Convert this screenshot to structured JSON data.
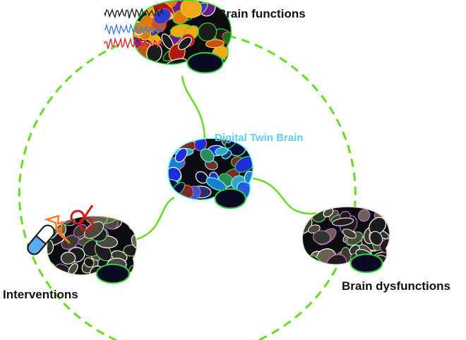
{
  "diagram": {
    "title": "Digital Twin Brain concept",
    "center_node": {
      "label": "Digital Twin Brain",
      "color": "#5bd0f2",
      "palette": [
        "#1d2fd6",
        "#2a5bd8",
        "#1b7fd0",
        "#3aa0c8",
        "#27306b",
        "#0a0f3a",
        "#2b8a5a",
        "#7c2a2a"
      ]
    },
    "outer_nodes": [
      {
        "id": "brain-functions",
        "label": "Brain functions",
        "palette": [
          "#e07a10",
          "#c8501a",
          "#f0a818",
          "#1c1c1c",
          "#2a3fd0",
          "#b01818",
          "#16701e",
          "#6a1a8a"
        ],
        "signals": [
          {
            "name": "black-signal",
            "color": "#222222"
          },
          {
            "name": "blue-signal",
            "color": "#3f7fe0"
          },
          {
            "name": "red-signal",
            "color": "#e0222a"
          }
        ]
      },
      {
        "id": "interventions",
        "label": "Interventions",
        "palette": [
          "#1a1a1a",
          "#3a3a30",
          "#2a3a2a",
          "#6a6250",
          "#201a22",
          "#4a4a40"
        ],
        "icons": [
          {
            "name": "pill-icon",
            "color": "#5aaaf0"
          },
          {
            "name": "lightning-icon",
            "color": "#ff7a1a"
          },
          {
            "name": "stimulation-coil-icon",
            "color": "#cc1a1a"
          }
        ]
      },
      {
        "id": "brain-dysfunctions",
        "label": "Brain dysfunctions",
        "palette": [
          "#1a1a1a",
          "#3a3a30",
          "#2a3a2a",
          "#6a6250",
          "#201a22",
          "#4a4a40"
        ]
      }
    ],
    "connections": {
      "color": "#66dd22",
      "cycle_style": "dashed",
      "links_style": "solid",
      "links": [
        {
          "from": "Digital Twin Brain",
          "to": "Brain functions"
        },
        {
          "from": "Digital Twin Brain",
          "to": "Interventions"
        },
        {
          "from": "Digital Twin Brain",
          "to": "Brain dysfunctions"
        }
      ]
    }
  }
}
